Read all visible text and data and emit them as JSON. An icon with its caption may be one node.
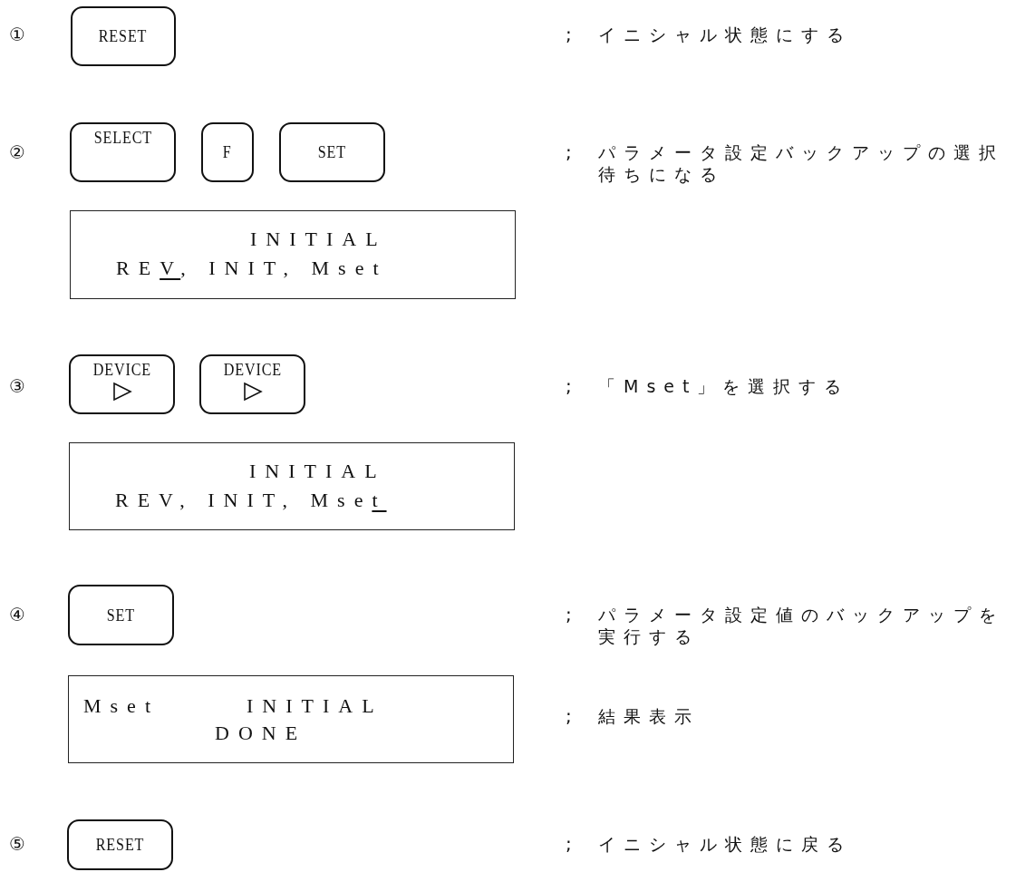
{
  "diagram": {
    "nodes": [
      {
        "text": [
          "RESET"
        ]
      },
      {
        "text": [
          "SELECT"
        ]
      },
      {
        "text": [
          "F"
        ]
      },
      {
        "text": [
          "SET"
        ]
      },
      {
        "text": [
          "INITIAL",
          "REV, INIT, Mset"
        ]
      },
      {
        "text": [
          "DEVICE"
        ]
      },
      {
        "text": [
          "DEVICE"
        ]
      },
      {
        "text": [
          "INITIAL",
          "REV, INIT, Mset"
        ]
      },
      {
        "text": [
          "SET"
        ]
      },
      {
        "text": [
          "Mset",
          "INITIAL",
          "DONE"
        ]
      },
      {
        "text": [
          "RESET"
        ]
      }
    ],
    "labels": [
      "①",
      ";",
      "イニシャル状態にする",
      "②",
      ";",
      "パラメータ設定バックアップの選択待ちになる",
      "③",
      ";",
      "「Mset」を選択する",
      "④",
      ";",
      "パラメータ設定値のバックアップを実行する",
      ";",
      "結果表示",
      "⑤",
      ";",
      "イニシャル状態に戻る"
    ]
  }
}
